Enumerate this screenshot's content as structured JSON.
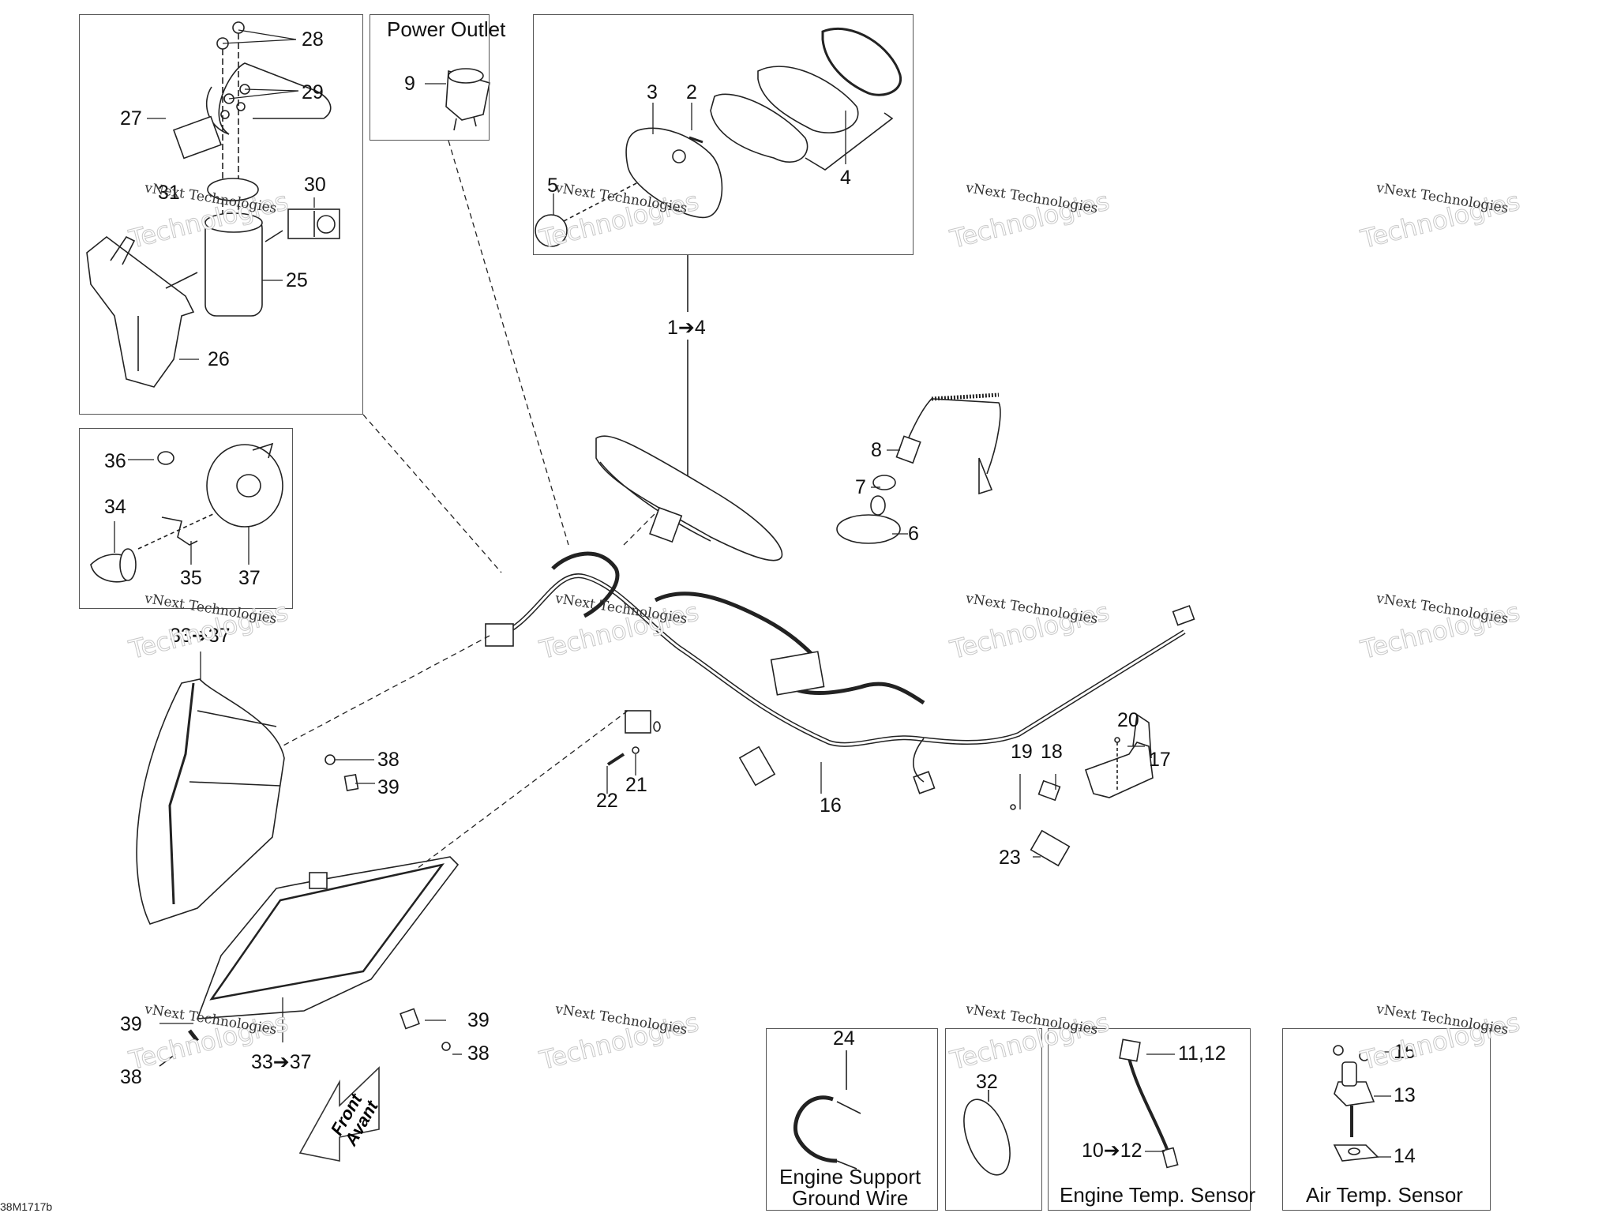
{
  "diagram": {
    "footer_code": "38M1717b",
    "watermark": {
      "line1": "vNext Technologies",
      "outline_top": "vNext",
      "outline_bottom": "Technologies"
    },
    "panels": {
      "battery": {
        "items": [
          "25",
          "26",
          "27",
          "28",
          "29",
          "30",
          "31"
        ]
      },
      "power_outlet": {
        "title": "Power Outlet",
        "items": [
          "9"
        ]
      },
      "gauge": {
        "items": [
          "2",
          "3",
          "4",
          "5"
        ]
      },
      "headlight_bulb": {
        "items": [
          "34",
          "35",
          "36",
          "37"
        ]
      },
      "ground_wire": {
        "title_line1": "Engine Support",
        "title_line2": "Ground Wire",
        "items": [
          "24"
        ]
      },
      "clamp": {
        "items": [
          "32"
        ]
      },
      "engine_temp": {
        "title": "Engine Temp. Sensor",
        "items": [
          "11,12",
          "10➔12"
        ]
      },
      "air_temp": {
        "title": "Air Temp. Sensor",
        "items": [
          "13",
          "14",
          "15"
        ]
      }
    },
    "callouts": {
      "c28": "28",
      "c29": "29",
      "c27": "27",
      "c31": "31",
      "c30": "30",
      "c25": "25",
      "c26": "26",
      "c9": "9",
      "c3": "3",
      "c2": "2",
      "c5": "5",
      "c4": "4",
      "c1to4": "1➔4",
      "c36": "36",
      "c34": "34",
      "c35": "35",
      "c37": "37",
      "c33to37_top": "33➔37",
      "c8": "8",
      "c7": "7",
      "c6": "6",
      "c38a": "38",
      "c39a": "39",
      "c22": "22",
      "c21": "21",
      "c16": "16",
      "c20": "20",
      "c19": "19",
      "c18": "18",
      "c17": "17",
      "c23": "23",
      "c39b": "39",
      "c38b": "38",
      "c39c": "39",
      "c38c": "38",
      "c33to37_bottom": "33➔37",
      "c24": "24",
      "c32": "32",
      "c11_12": "11,12",
      "c10to12": "10➔12",
      "c15": "15",
      "c13": "13",
      "c14": "14"
    },
    "direction_arrow": {
      "line1": "Front",
      "line2": "Avant"
    }
  }
}
